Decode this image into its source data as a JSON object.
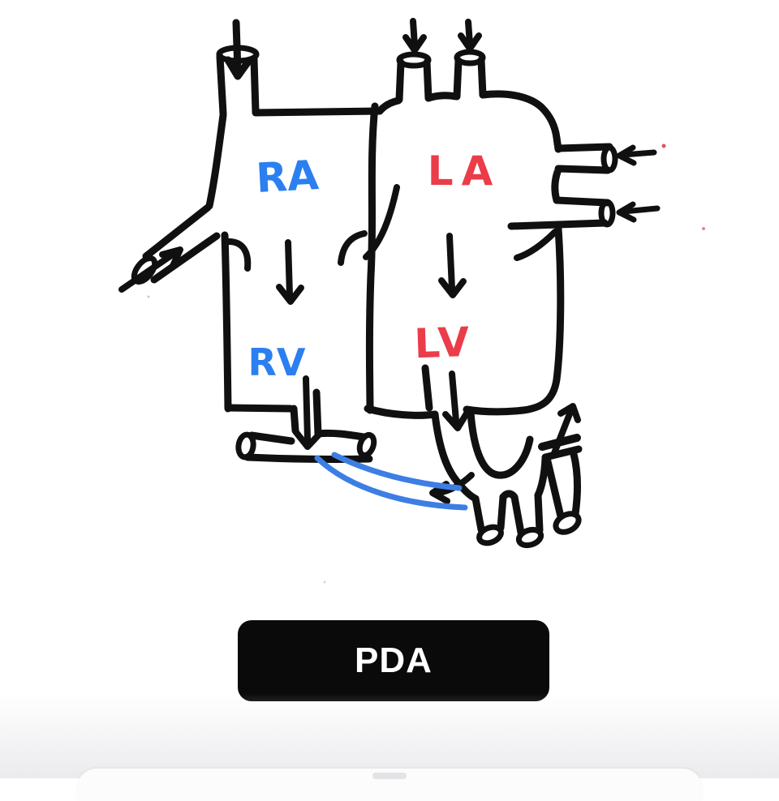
{
  "diagram": {
    "type": "hand-drawn heart flow diagram",
    "ink_color": "#101010",
    "shunt_color": "#3c7ee4",
    "chambers": [
      {
        "label": "RA",
        "color": "#2b7ff0"
      },
      {
        "label": "LA",
        "color": "#ea3d49"
      },
      {
        "label": "RV",
        "color": "#2b7ff0"
      },
      {
        "label": "LV",
        "color": "#ea3d49"
      }
    ]
  },
  "answer_button": {
    "label": "PDA",
    "background": "#0a0a0b",
    "text_color": "#ffffff"
  }
}
